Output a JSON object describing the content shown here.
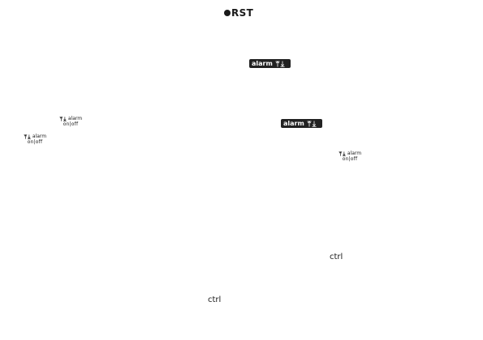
{
  "logo": {
    "icon": "filled-circle-icon",
    "text": "RST"
  },
  "labels_dark": [
    {
      "text": "alarm",
      "icon": "bell-arrow-icon"
    },
    {
      "text": "alarm",
      "icon": "bell-arrow-icon"
    }
  ],
  "labels_small": [
    {
      "title": "alarm",
      "subtitle": "on|off",
      "icon": "bell-arrow-icon"
    },
    {
      "title": "alarm",
      "subtitle": "on|off",
      "icon": "bell-arrow-icon"
    },
    {
      "title": "alarm",
      "subtitle": "on|off",
      "icon": "bell-arrow-icon"
    }
  ],
  "ctrl_labels": [
    {
      "text": "ctrl"
    },
    {
      "text": "ctrl"
    }
  ]
}
